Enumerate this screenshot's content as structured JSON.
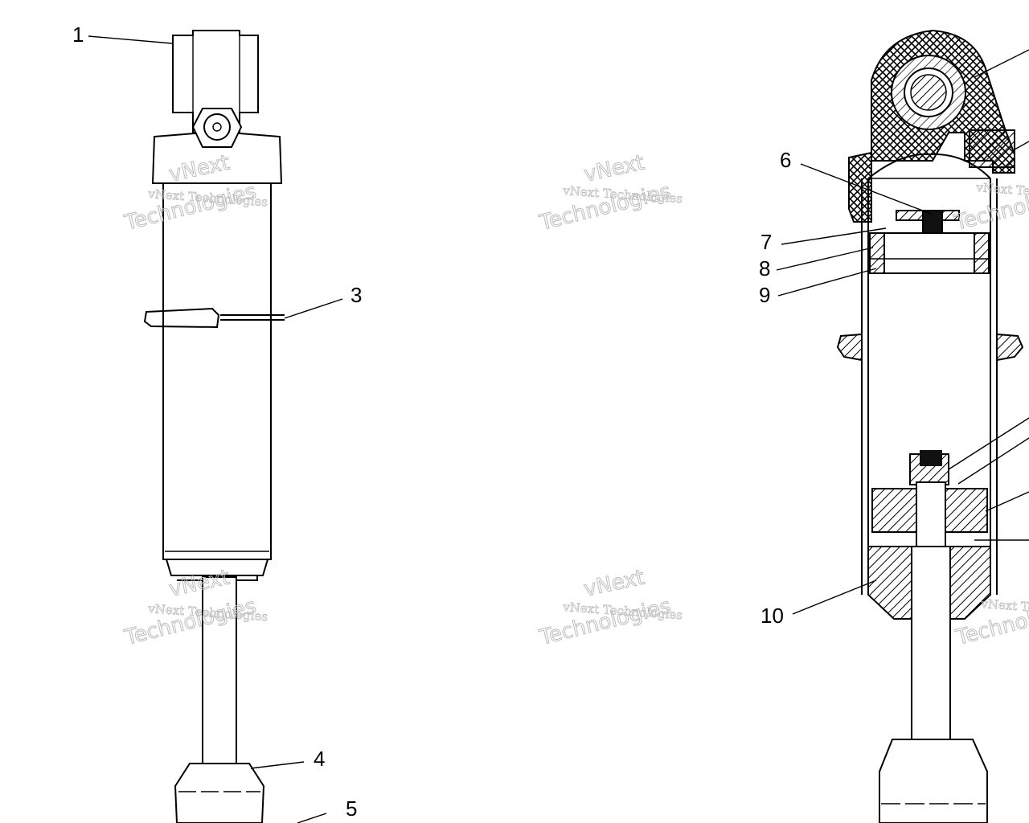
{
  "labels": {
    "l1": "1",
    "l3": "3",
    "l4": "4",
    "l5": "5",
    "l6": "6",
    "l7": "7",
    "l8": "8",
    "l9": "9",
    "l10": "10"
  },
  "watermark": {
    "brand_a": "vNext",
    "line_small": "vNext Technologies",
    "line_big": "Technologies"
  }
}
